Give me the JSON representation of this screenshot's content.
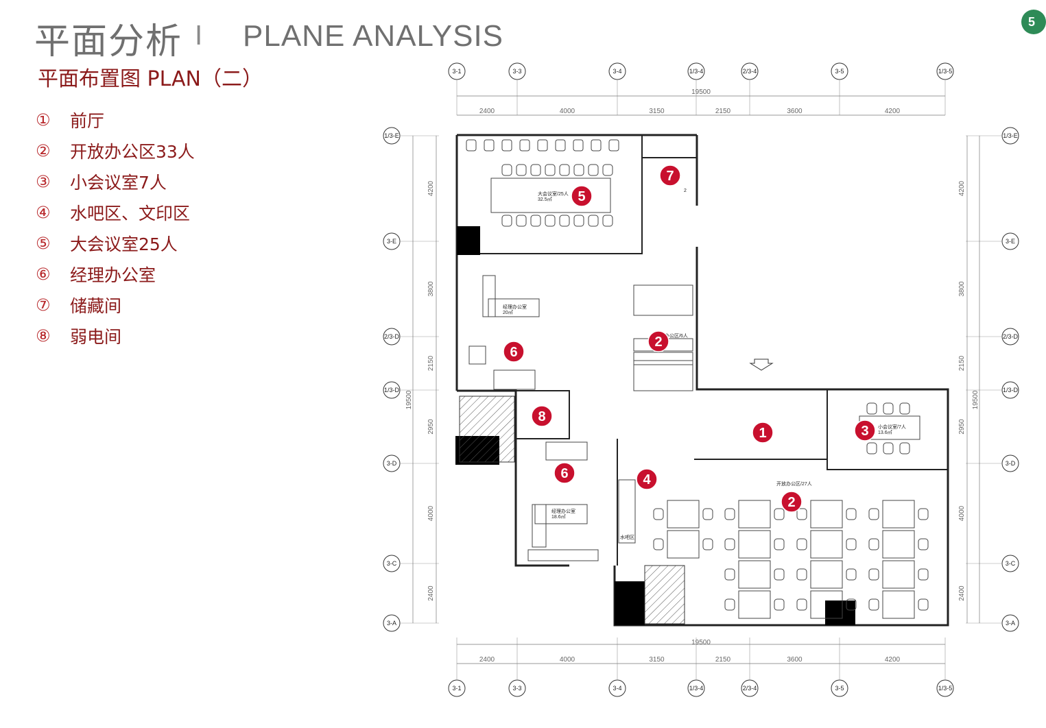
{
  "header": {
    "title_cn": "平面分析",
    "separator": "I",
    "title_en": "PLANE ANALYSIS",
    "subtitle": "平面布置图 PLAN（二）",
    "page_badge": "5"
  },
  "legend": [
    {
      "num": "①",
      "label": "前厅"
    },
    {
      "num": "②",
      "label": "开放办公区33人"
    },
    {
      "num": "③",
      "label": "小会议室7人"
    },
    {
      "num": "④",
      "label": "水吧区、文印区"
    },
    {
      "num": "⑤",
      "label": "大会议室25人"
    },
    {
      "num": "⑥",
      "label": "经理办公室"
    },
    {
      "num": "⑦",
      "label": "储藏间"
    },
    {
      "num": "⑧",
      "label": "弱电间"
    }
  ],
  "plan": {
    "col_axes": [
      "3-1",
      "3-3",
      "3-4",
      "1/3-4",
      "2/3-4",
      "3-5",
      "1/3-5"
    ],
    "row_axes": [
      "1/3-E",
      "3-E",
      "2/3-D",
      "1/3-D",
      "3-D",
      "3-C",
      "3-A"
    ],
    "dims_x": [
      "2400",
      "4000",
      "3150",
      "2150",
      "3600",
      "4200"
    ],
    "dims_x_total": "19500",
    "dims_y": [
      "4200",
      "3800",
      "2150",
      "2950",
      "4000",
      "2400"
    ],
    "dims_y_total": "19500",
    "room_labels": {
      "big_meeting": [
        "大会议室/25人",
        "32.5㎡"
      ],
      "manager1": [
        "经理办公室",
        "20㎡"
      ],
      "manager2": [
        "经理办公室",
        "18.6㎡"
      ],
      "small_meeting": [
        "小会议室/7人",
        "13.6㎡"
      ],
      "open_office": "开放办公区/27人",
      "open_office_small": "开放办公区/6人",
      "water_bar": "水吧区"
    },
    "markers": [
      "1",
      "2",
      "2",
      "3",
      "4",
      "5",
      "6",
      "6",
      "7",
      "8"
    ],
    "door_label": "2"
  }
}
